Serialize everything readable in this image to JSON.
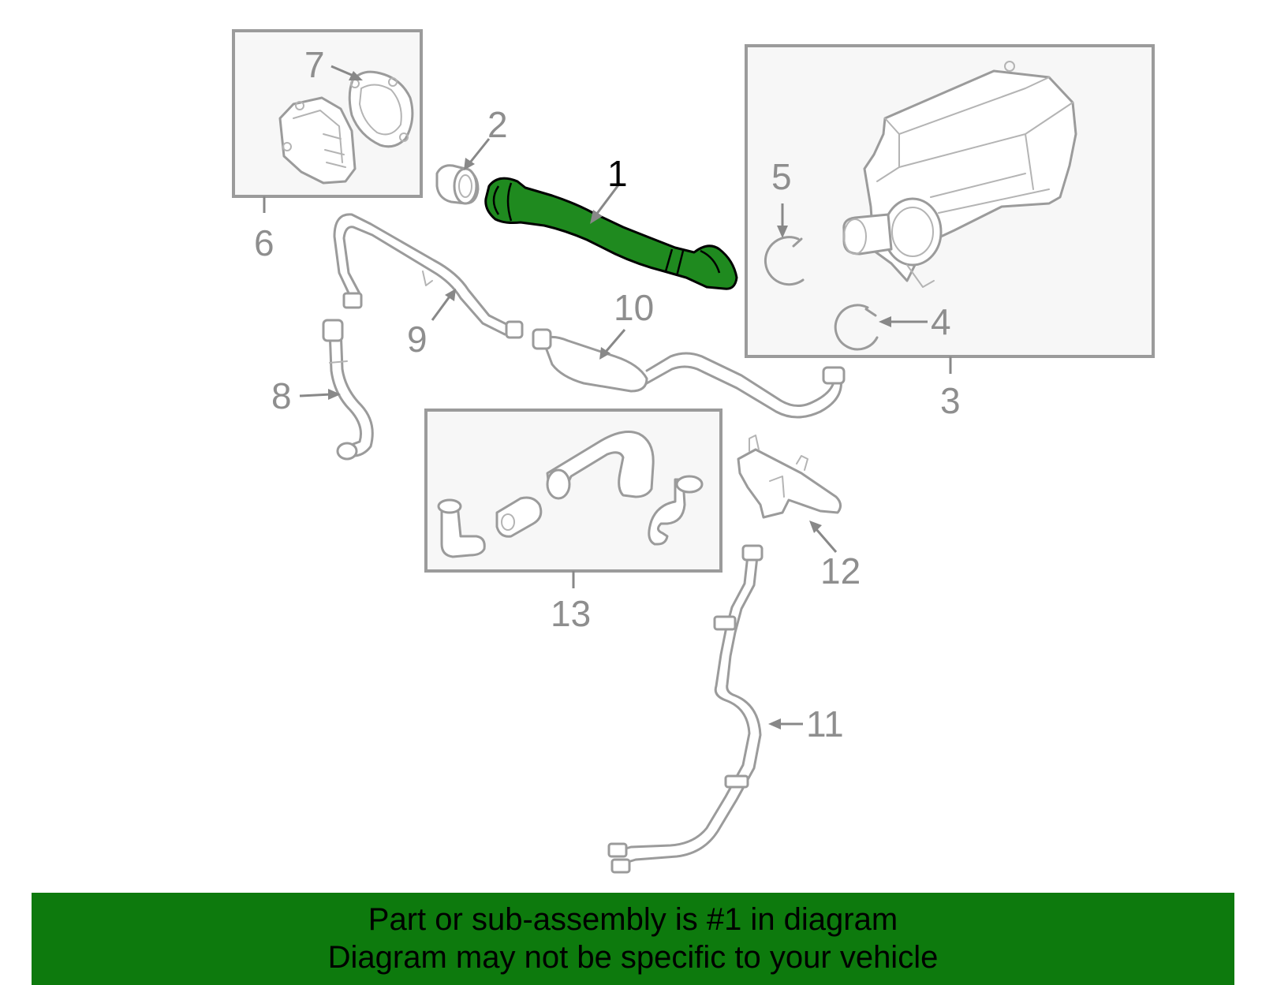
{
  "callouts": {
    "c1": "1",
    "c2": "2",
    "c3": "3",
    "c4": "4",
    "c5": "5",
    "c6": "6",
    "c7": "7",
    "c8": "8",
    "c9": "9",
    "c10": "10",
    "c11": "11",
    "c12": "12",
    "c13": "13"
  },
  "banner": {
    "line1": "Part or sub-assembly is #1 in diagram",
    "line2": "Diagram may not be specific to your vehicle"
  },
  "colors": {
    "highlight": "#1f8a1f",
    "banner": "#0d7a0d",
    "linework": "#9b9b9b"
  }
}
